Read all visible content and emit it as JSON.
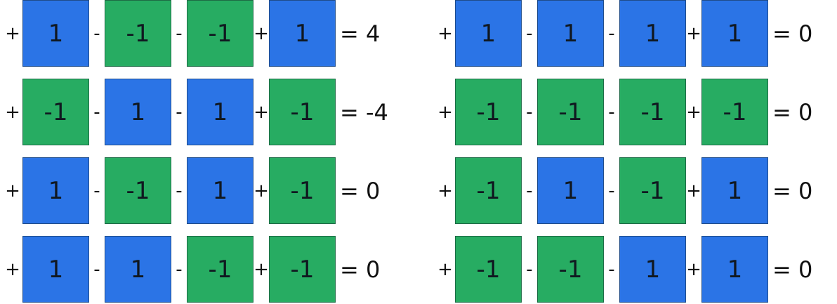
{
  "colors": {
    "positive": "#2b74e6",
    "negative": "#27ac62"
  },
  "groups": [
    {
      "rows": [
        {
          "ops": [
            "+",
            "-",
            "-",
            "+"
          ],
          "values": [
            "1",
            "-1",
            "-1",
            "1"
          ],
          "result": "= 4"
        },
        {
          "ops": [
            "+",
            "-",
            "-",
            "+"
          ],
          "values": [
            "-1",
            "1",
            "1",
            "-1"
          ],
          "result": "= -4"
        },
        {
          "ops": [
            "+",
            "-",
            "-",
            "+"
          ],
          "values": [
            "1",
            "-1",
            "1",
            "-1"
          ],
          "result": "= 0"
        },
        {
          "ops": [
            "+",
            "-",
            "-",
            "+"
          ],
          "values": [
            "1",
            "1",
            "-1",
            "-1"
          ],
          "result": "= 0"
        }
      ]
    },
    {
      "rows": [
        {
          "ops": [
            "+",
            "-",
            "-",
            "+"
          ],
          "values": [
            "1",
            "1",
            "1",
            "1"
          ],
          "result": "= 0"
        },
        {
          "ops": [
            "+",
            "-",
            "-",
            "+"
          ],
          "values": [
            "-1",
            "-1",
            "-1",
            "-1"
          ],
          "result": "= 0"
        },
        {
          "ops": [
            "+",
            "-",
            "-",
            "+"
          ],
          "values": [
            "-1",
            "1",
            "-1",
            "1"
          ],
          "result": "= 0"
        },
        {
          "ops": [
            "+",
            "-",
            "-",
            "+"
          ],
          "values": [
            "-1",
            "-1",
            "1",
            "1"
          ],
          "result": "= 0"
        }
      ]
    }
  ]
}
